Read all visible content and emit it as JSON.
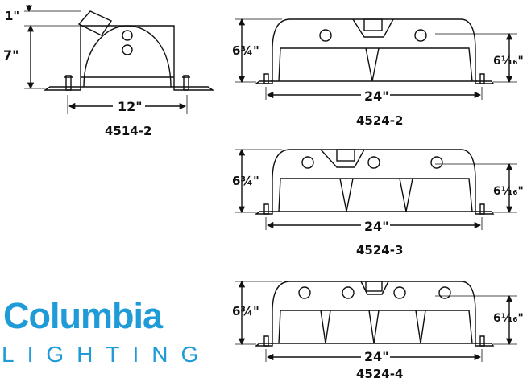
{
  "logo": {
    "brand_name": "Columbia",
    "brand_sub": "LIGHTING",
    "brand_color": "#1f9bd7"
  },
  "fixtures": [
    {
      "model": "4514-2",
      "height_label": "7\"",
      "offset_label": "1\"",
      "width_label": "12\""
    },
    {
      "model": "4524-2",
      "height_label": "6¾\"",
      "inner_height_label": "6¹⁄₁₆\"",
      "width_label": "24\""
    },
    {
      "model": "4524-3",
      "height_label": "6¾\"",
      "inner_height_label": "6¹⁄₁₆\"",
      "width_label": "24\""
    },
    {
      "model": "4524-4",
      "height_label": "6¾\"",
      "inner_height_label": "6¹⁄₁₆\"",
      "width_label": "24\""
    }
  ]
}
